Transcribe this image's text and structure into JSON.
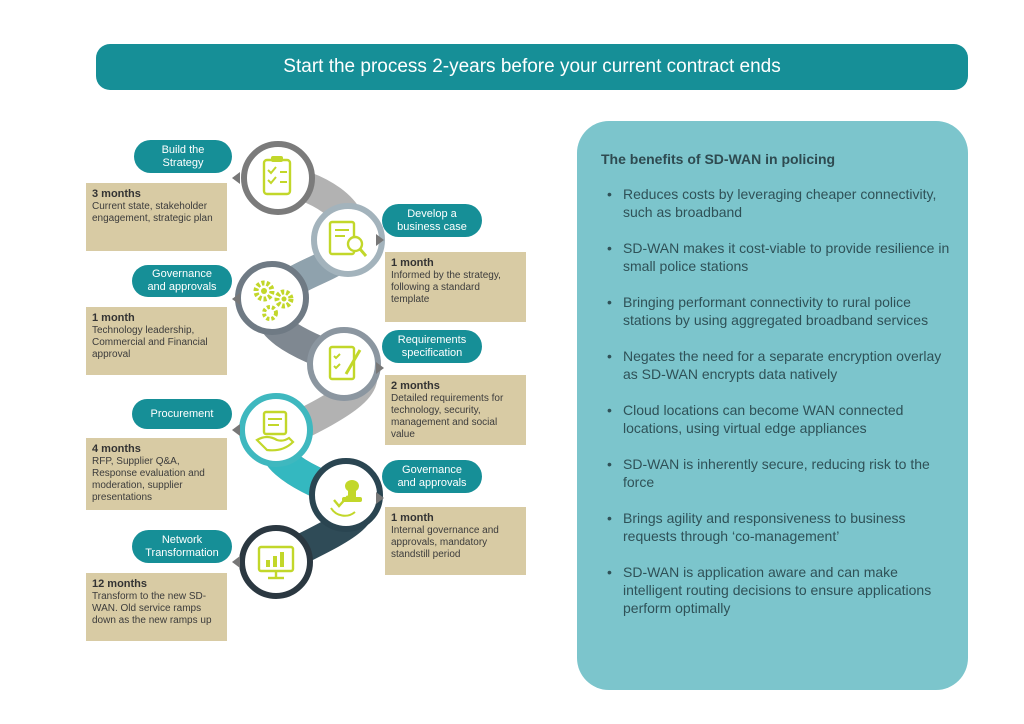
{
  "banner": {
    "title": "Start the process 2-years before your current contract ends"
  },
  "steps": [
    {
      "label": "Build the\nStrategy",
      "duration": "3 months",
      "detail": "Current state, stakeholder engagement, strategic plan",
      "icon": "checklist-clipboard-icon"
    },
    {
      "label": "Develop a\nbusiness case",
      "duration": "1 month",
      "detail": "Informed by the strategy, following a standard template",
      "icon": "document-magnifier-icon"
    },
    {
      "label": "Governance\nand approvals",
      "duration": "1 month",
      "detail": "Technology leadership, Commercial and Financial approval",
      "icon": "gears-icon"
    },
    {
      "label": "Requirements\nspecification",
      "duration": "2 months",
      "detail": "Detailed requirements for technology, security, management and social value",
      "icon": "checklist-pen-icon"
    },
    {
      "label": "Procurement",
      "duration": "4 months",
      "detail": "RFP, Supplier Q&A, Response evaluation and moderation, supplier presentations",
      "icon": "hand-box-icon"
    },
    {
      "label": "Governance\nand approvals",
      "duration": "1 month",
      "detail": "Internal governance and approvals, mandatory standstill period",
      "icon": "stamp-check-icon"
    },
    {
      "label": "Network\nTransformation",
      "duration": "12 months",
      "detail": "Transform to the new SD-WAN. Old service ramps down as the new ramps up",
      "icon": "monitor-chart-icon"
    }
  ],
  "benefits": {
    "title": "The benefits of SD-WAN in policing",
    "items": [
      "Reduces costs by leveraging cheaper connectivity, such as broadband",
      "SD-WAN makes it cost-viable to provide resilience in small police stations",
      "Bringing performant connectivity to rural police stations by using aggregated broadband services",
      "Negates the need for a separate encryption overlay as SD-WAN encrypts data natively",
      "Cloud locations can become WAN connected locations, using virtual edge appliances",
      "SD-WAN is inherently secure, reducing risk to the force",
      "Brings agility and responsiveness to business requests through ‘co-management’",
      "SD-WAN is application aware and can make intelligent routing decisions to ensure applications perform optimally"
    ]
  },
  "colors": {
    "teal": "#168f97",
    "panel": "#7cc5cc",
    "note": "#d8cba4",
    "icon": "#c2d72a",
    "dark": "#2f3e48"
  }
}
